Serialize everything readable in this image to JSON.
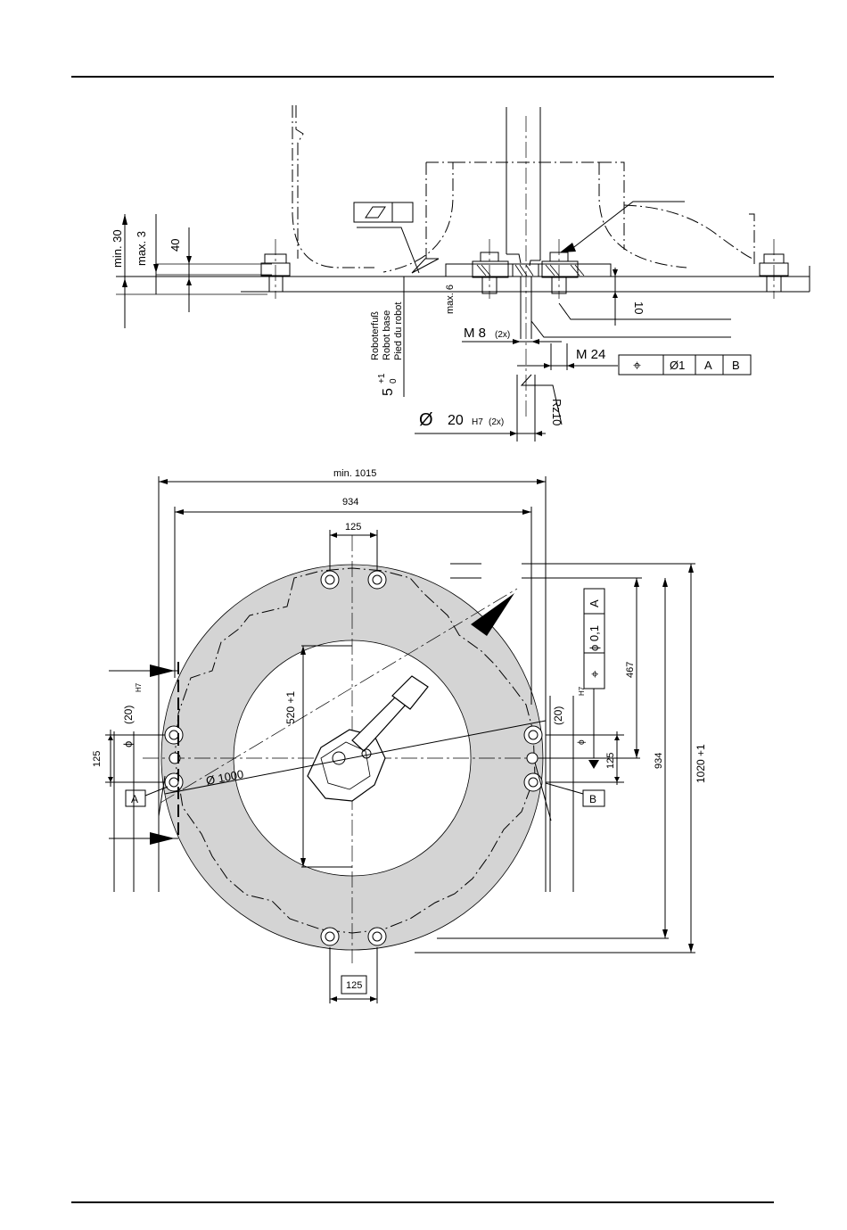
{
  "side_view": {
    "min_30": "min. 30",
    "max_3": "max. 3",
    "dim_40": "40",
    "max_6": "max. 6",
    "dim_10": "10",
    "robot_base_de": "Roboterfuß",
    "robot_base_en": "Robot base",
    "robot_base_fr": "Pied du robot",
    "tol_5": "5",
    "tol_plus1": "+1",
    "tol_0": "0",
    "m8": "M 8",
    "m8_qty": "(2x)",
    "m24": "M 24",
    "position_tol": {
      "symbol": "⌖",
      "value": "Ø1",
      "datum_a": "A",
      "datum_b": "B"
    },
    "dia_symbol": "Ø",
    "dia_20": "20",
    "dia_h7": "H7",
    "dia_qty": "(2x)",
    "rz10": "Rz10"
  },
  "plan_view": {
    "min_1015": "min. 1015",
    "dim_934_top": "934",
    "dim_125_top": "125",
    "dim_520": "520 +1",
    "dia_1000": "Ø 1000",
    "dim_125_left": "125",
    "phi": "ϕ",
    "bore_20": "(20)",
    "h7": "H7",
    "datum_a": "A",
    "datum_b": "B",
    "dim_125_right": "125",
    "dim_467": "467",
    "dim_934_right": "934",
    "dim_1020": "1020 +1",
    "tol_box": {
      "symbol": "⌖",
      "value": "ϕ 0,1",
      "datum": "A"
    },
    "dim_125_bottom": "125"
  },
  "colors": {
    "ring_fill": "#d4d4d4",
    "line": "#000000"
  }
}
